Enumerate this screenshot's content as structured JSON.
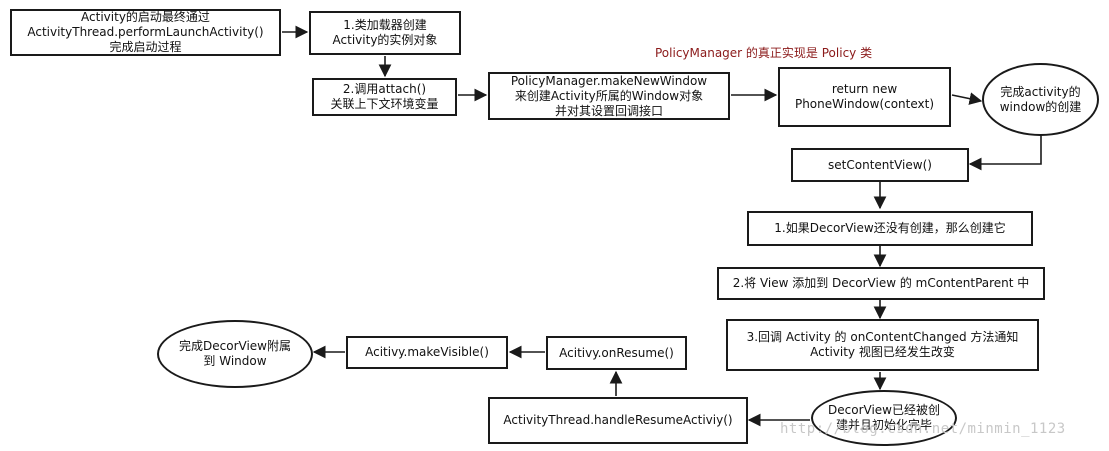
{
  "nodes": {
    "start": "Activity的启动最终通过\nActivityThread.performLaunchActivity()\n完成启动过程",
    "step1": "1.类加载器创建\nActivity的实例对象",
    "step2": "2.调用attach()\n关联上下文环境变量",
    "make_window": "PolicyManager.makeNewWindow\n来创建Activity所属的Window对象\n并对其设置回调接口",
    "phone_window": "return new\nPhoneWindow(context)",
    "window_done": "完成activity的\nwindow的创建",
    "set_content": "setContentView()",
    "decor1": "1.如果DecorView还没有创建，那么创建它",
    "decor2": "2.将 View 添加到 DecorView 的 mContentParent 中",
    "decor3": "3.回调 Activity 的 onContentChanged 方法通知\nActivity 视图已经发生改变",
    "decor_ready": "DecorView已经被创\n建并且初始化完毕",
    "handle_resume": "ActivityThread.handleResumeActiviy()",
    "on_resume": "Acitivy.onResume()",
    "make_visible": "Acitivy.makeVisible()",
    "attached": "完成DecorView附属\n到 Window"
  },
  "annotation": "PolicyManager 的真正实现是 Policy 类",
  "watermark": "http://blog.csdn.net/minmin_1123",
  "colors": {
    "stroke": "#1a1a1a",
    "annotation": "#8b1a1a",
    "watermark": "#c8c8c8"
  }
}
